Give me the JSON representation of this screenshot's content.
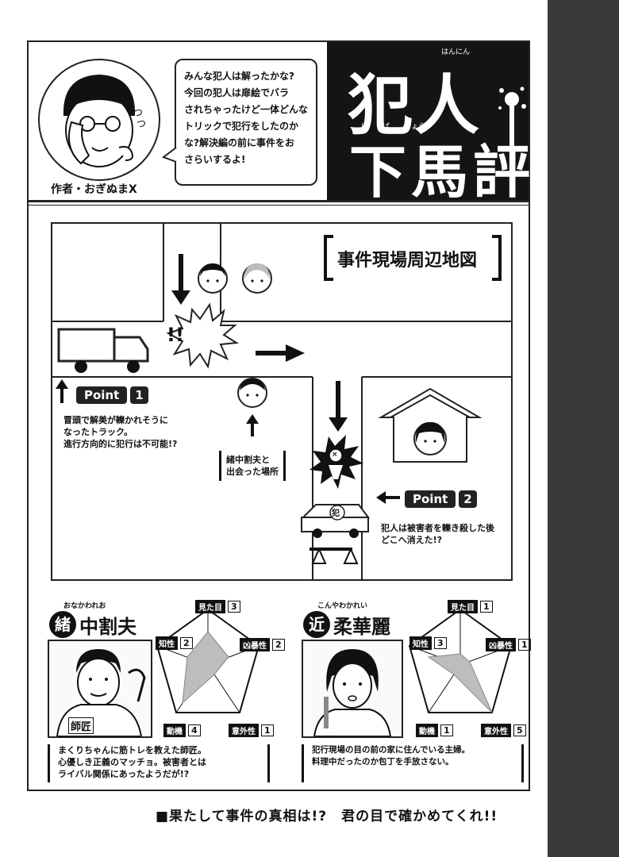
{
  "header": {
    "title_line1": "犯人",
    "title_line2": "下馬評",
    "title_ruby_line1": "はんにん",
    "title_ruby_line2": "げ　　ば　　ひょう",
    "author_label": "作者・おぎぬまX",
    "speech_lines": [
      "みんな犯人は解ったかな?",
      "今回の犯人は扉絵でバラ",
      "されちゃったけど一体どんな",
      "トリックで犯行をしたのか",
      "な?解決編の前に事件をお",
      "さらいするよ!"
    ]
  },
  "map": {
    "title": "事件現場周辺地図",
    "exclaim": "!!",
    "car_mark": "犯",
    "victim_mark": "×",
    "meeting_label_lines": [
      "緒中割夫と",
      "出会った場所"
    ],
    "point1": {
      "label": "Point",
      "num": "1",
      "lines": [
        "冒頭で解美が轢かれそうに",
        "なったトラック。",
        "進行方向的に犯行は不可能!?"
      ]
    },
    "point2": {
      "label": "Point",
      "num": "2",
      "lines": [
        "犯人は被害者を轢き殺した後",
        "どこへ消えた!?"
      ]
    }
  },
  "characters": [
    {
      "badge": "緒",
      "name": "中割夫",
      "ruby": "おなかわれお",
      "stats": {
        "look": {
          "label": "見た目",
          "value": "3"
        },
        "intel": {
          "label": "知性",
          "value": "2"
        },
        "violence": {
          "label": "凶暴性",
          "value": "2"
        },
        "motive": {
          "label": "動機",
          "value": "4"
        },
        "surprise": {
          "label": "意外性",
          "value": "1"
        }
      },
      "shirt_text": "師匠",
      "desc_lines": [
        "まくりちゃんに筋トレを教えた師匠。",
        "心優しき正義のマッチョ。被害者とは",
        "ライバル関係にあったようだが!?"
      ]
    },
    {
      "badge": "近",
      "name": "柔華麗",
      "ruby": "こんやわかれい",
      "stats": {
        "look": {
          "label": "見た目",
          "value": "1"
        },
        "intel": {
          "label": "知性",
          "value": "3"
        },
        "violence": {
          "label": "凶暴性",
          "value": "1"
        },
        "motive": {
          "label": "動機",
          "value": "1"
        },
        "surprise": {
          "label": "意外性",
          "value": "5"
        }
      },
      "desc_lines": [
        "犯行現場の目の前の家に住んでいる主婦。",
        "料理中だったのか包丁を手放さない。"
      ]
    }
  ],
  "footer": "■果たして事件の真相は!?　君の目で確かめてくれ!!",
  "colors": {
    "ink": "#111111",
    "side_panel": "#3a3a3a",
    "paper": "#ffffff",
    "fill": "#bdbdbd"
  }
}
